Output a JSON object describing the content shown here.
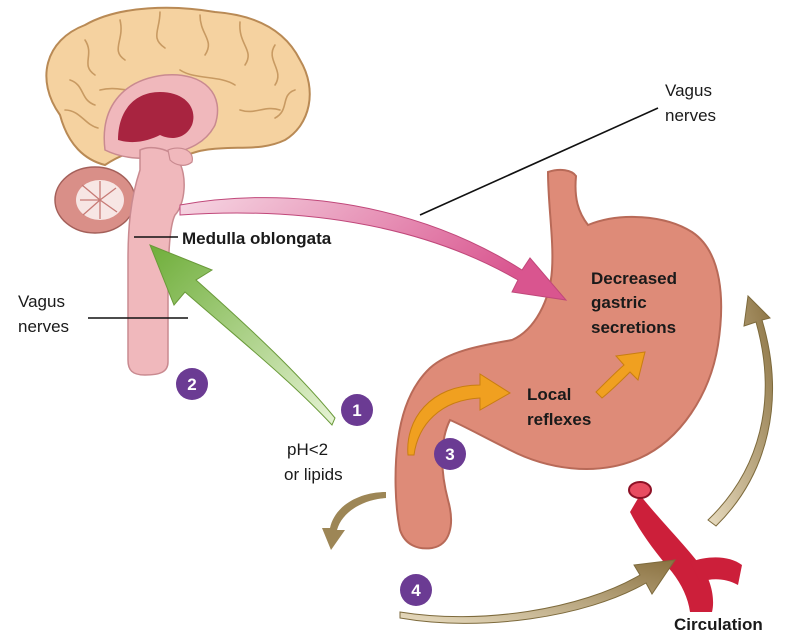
{
  "labels": {
    "vagus_top_1": "Vagus",
    "vagus_top_2": "nerves",
    "medulla": "Medulla oblongata",
    "vagus_left_1": "Vagus",
    "vagus_left_2": "nerves",
    "decreased_1": "Decreased",
    "decreased_2": "gastric",
    "decreased_3": "secretions",
    "local_1": "Local",
    "local_2": "reflexes",
    "ph_1": "pH<2",
    "ph_2": "or lipids",
    "circulation": "Circulation"
  },
  "steps": [
    "1",
    "2",
    "3",
    "4"
  ],
  "colors": {
    "brain": "#f5d2a0",
    "brain_outline": "#b98a55",
    "brainstem": "#f0b8bc",
    "cerebellum": "#d98f88",
    "inner_dark": "#a82440",
    "stomach": "#de8b78",
    "stomach_outline": "#b86a58",
    "arrow_pink": "#e79ab8",
    "arrow_green": "#8cc157",
    "arrow_orange": "#f0a020",
    "arrow_olive": "#9d8656",
    "vessel": "#cc1f3a",
    "badge": "#6b3b93"
  }
}
